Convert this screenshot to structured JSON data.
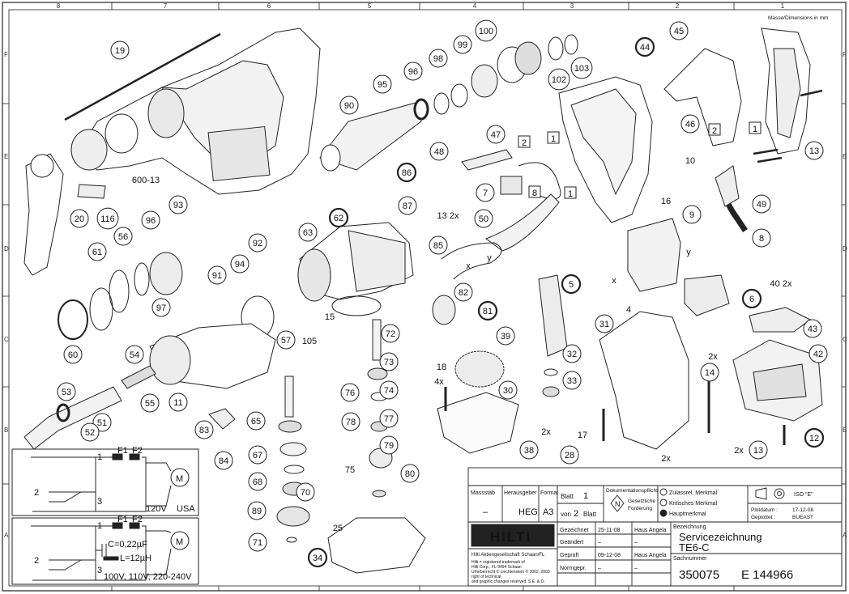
{
  "border": {
    "columns_top": [
      "8",
      "7",
      "6",
      "5",
      "4",
      "3",
      "2",
      "1"
    ],
    "rows": [
      "F",
      "E",
      "D",
      "C",
      "B",
      "A"
    ]
  },
  "units_note": "Masse/Dimensions in mm",
  "parts": [
    {
      "n": "19"
    },
    {
      "n": "600-13"
    },
    {
      "n": "20"
    },
    {
      "n": "116"
    },
    {
      "n": "90"
    },
    {
      "n": "95"
    },
    {
      "n": "96"
    },
    {
      "n": "98"
    },
    {
      "n": "99"
    },
    {
      "n": "100"
    },
    {
      "n": "102"
    },
    {
      "n": "103"
    },
    {
      "n": "44"
    },
    {
      "n": "45"
    },
    {
      "n": "46"
    },
    {
      "n": "13"
    },
    {
      "n": "10"
    },
    {
      "n": "47"
    },
    {
      "n": "48"
    },
    {
      "n": "7"
    },
    {
      "n": "13 2x"
    },
    {
      "n": "86"
    },
    {
      "n": "87"
    },
    {
      "n": "16"
    },
    {
      "n": "49"
    },
    {
      "n": "9"
    },
    {
      "n": "8"
    },
    {
      "n": "93"
    },
    {
      "n": "96"
    },
    {
      "n": "92"
    },
    {
      "n": "94"
    },
    {
      "n": "91"
    },
    {
      "n": "56"
    },
    {
      "n": "61"
    },
    {
      "n": "97"
    },
    {
      "n": "62"
    },
    {
      "n": "63"
    },
    {
      "n": "85"
    },
    {
      "n": "50"
    },
    {
      "n": "40 2x"
    },
    {
      "n": "4"
    },
    {
      "n": "6"
    },
    {
      "n": "15"
    },
    {
      "n": "82"
    },
    {
      "n": "81"
    },
    {
      "n": "5"
    },
    {
      "n": "31"
    },
    {
      "n": "43"
    },
    {
      "n": "57"
    },
    {
      "n": "105"
    },
    {
      "n": "72"
    },
    {
      "n": "39"
    },
    {
      "n": "32"
    },
    {
      "n": "33"
    },
    {
      "n": "2x"
    },
    {
      "n": "14"
    },
    {
      "n": "42"
    },
    {
      "n": "60"
    },
    {
      "n": "54"
    },
    {
      "n": "11"
    },
    {
      "n": "73"
    },
    {
      "n": "18"
    },
    {
      "n": "4x"
    },
    {
      "n": "30"
    },
    {
      "n": "53"
    },
    {
      "n": "55"
    },
    {
      "n": "74"
    },
    {
      "n": "76"
    },
    {
      "n": "77"
    },
    {
      "n": "17"
    },
    {
      "n": "2x"
    },
    {
      "n": "51"
    },
    {
      "n": "52"
    },
    {
      "n": "65"
    },
    {
      "n": "83"
    },
    {
      "n": "78"
    },
    {
      "n": "28"
    },
    {
      "n": "38"
    },
    {
      "n": "12"
    },
    {
      "n": "2x"
    },
    {
      "n": "13"
    },
    {
      "n": "84"
    },
    {
      "n": "67"
    },
    {
      "n": "75"
    },
    {
      "n": "79"
    },
    {
      "n": "68"
    },
    {
      "n": "80"
    },
    {
      "n": "89"
    },
    {
      "n": "70"
    },
    {
      "n": "25"
    },
    {
      "n": "71"
    },
    {
      "n": "34"
    },
    {
      "n": "x"
    },
    {
      "n": "y"
    },
    {
      "n": "x"
    },
    {
      "n": "y"
    },
    {
      "n": "1"
    },
    {
      "n": "2"
    },
    {
      "n": "8"
    },
    {
      "n": "1"
    },
    {
      "n": "2"
    },
    {
      "n": "1"
    },
    {
      "n": "2x"
    }
  ],
  "circuits": [
    {
      "f1": "F1",
      "f2": "F2",
      "nodes": [
        "1",
        "2",
        "3"
      ],
      "motor": "M",
      "voltage": "120V",
      "region": "USA"
    },
    {
      "f1": "F1",
      "f2": "F2",
      "nodes": [
        "1",
        "2",
        "3"
      ],
      "motor": "M",
      "capacitor": "C=0,22µF",
      "inductor": "L=12µH",
      "voltage": "100V, 110V, 220-240V"
    }
  ],
  "title_block": {
    "massstab_label": "Massstab",
    "herausgeber_label": "Herausgeber",
    "format_label": "Format",
    "blatt_label": "Blatt",
    "blatt_value": "1",
    "von_label": "von",
    "von_value": "2",
    "von_suffix": "Blatt",
    "massstab_value": "–",
    "herausgeber_value": "HEG",
    "format_value": "A3",
    "dok_label": "Dokumentationspflicht",
    "norm_symbol": "N",
    "norm_text1": "Gesetzliche",
    "norm_text2": "Forderung",
    "merkmal1": "Zulassrel. Merkmal",
    "merkmal2": "Kritisches Merkmal",
    "merkmal3": "Hauptmerkmal",
    "iso": "ISO \"E\"",
    "plotdatum_label": "Plotdatum :",
    "plotdatum_value": "17-12-08",
    "geplottet_label": "Geplottet :",
    "geplottet_value": "BUEAST",
    "logo": "HILTI",
    "company": "Hilti Aktiengesellschaft Schaan/FL",
    "legal1": "Hilti = registered trademark of",
    "legal2": "Hilti Corp., FL-9494 Schaan",
    "legal3": "Urheberrecht © Liechtenstein © 2002, 2003",
    "legal4": "right of technical",
    "legal5": "and graphic changes reserved, S.E. & O.",
    "gezeichnet_label": "Gezeichnet",
    "gezeichnet_date": "25-11-08",
    "gezeichnet_name": "Haus Angela",
    "geaendert_label": "Geändert",
    "geaendert_date": "–",
    "geaendert_name": "–",
    "geprueft_label": "Geprüft",
    "geprueft_date": "09-12-08",
    "geprueft_name": "Haus Angela",
    "normgepr_label": "Normgepr.",
    "normgepr_date": "–",
    "normgepr_name": "–",
    "bezeichnung_label": "Bezeichnung",
    "title": "Servicezeichnung",
    "model": "TE6-C",
    "sachnummer_label": "Sachnummer",
    "sachnummer": "350075",
    "doc_number": "E 144966"
  },
  "colors": {
    "ink": "#1a1a1a",
    "line": "#222222",
    "paper": "#ffffff",
    "shade": "#d8d8d8"
  }
}
